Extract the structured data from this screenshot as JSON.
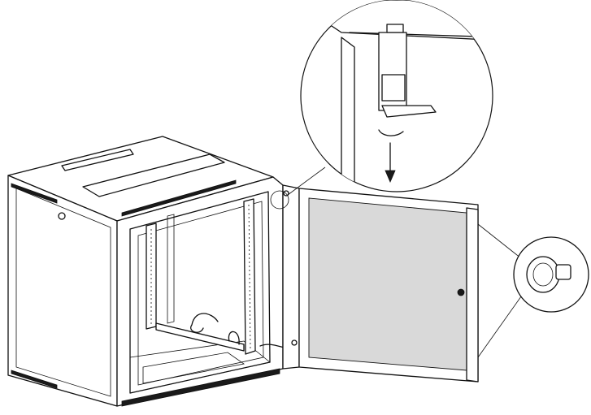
{
  "figure": {
    "subject": "wall-mount-cabinet",
    "callouts": [
      {
        "part": "door-hinge-pin",
        "icon": "arrow-down-icon"
      },
      {
        "part": "door-knob-lock",
        "icon": "knob-icon"
      }
    ]
  },
  "colors": {
    "line": "#111111",
    "background": "#ffffff",
    "shade": "#1a1a1a",
    "glass": "#d9d9d9"
  }
}
